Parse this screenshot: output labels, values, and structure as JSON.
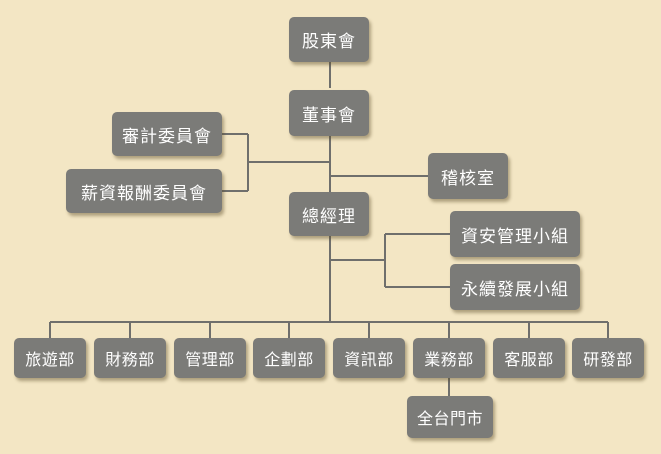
{
  "org": {
    "shareholders": "股東會",
    "board": "董事會",
    "audit_committee": "審計委員會",
    "remuneration_committee": "薪資報酬委員會",
    "audit_office": "稽核室",
    "general_manager": "總經理",
    "info_security_group": "資安管理小組",
    "sustainability_group": "永續發展小組",
    "departments": [
      "旅遊部",
      "財務部",
      "管理部",
      "企劃部",
      "資訊部",
      "業務部",
      "客服部",
      "研發部"
    ],
    "stores": "全台門市"
  },
  "colors": {
    "background": "#f3e6c4",
    "node": "#7b7b78",
    "line": "#6f6f6c",
    "text": "#ffffff"
  }
}
